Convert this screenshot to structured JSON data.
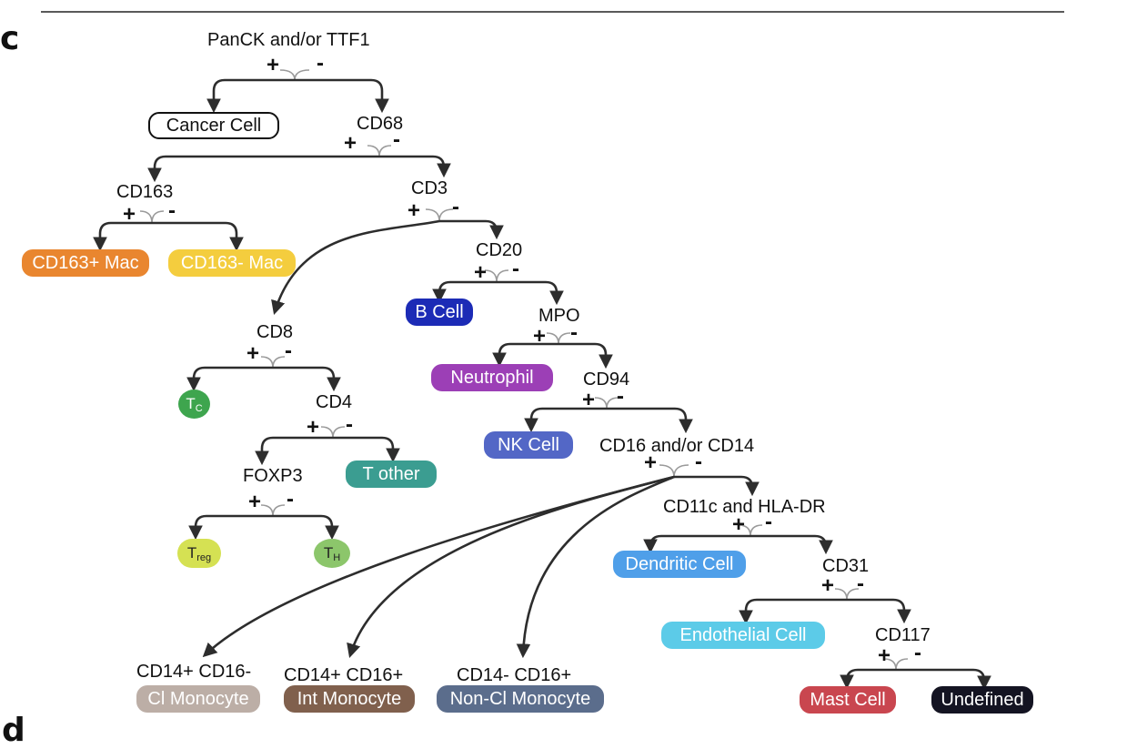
{
  "panel_markers": {
    "top": "c",
    "bottom": "d"
  },
  "positive_sign": "+",
  "negative_sign": "-",
  "decision_nodes": {
    "panck": "PanCK and/or TTF1",
    "cd68": "CD68",
    "cd163": "CD163",
    "cd3": "CD3",
    "cd20": "CD20",
    "mpo": "MPO",
    "cd8": "CD8",
    "cd94": "CD94",
    "cd4": "CD4",
    "cd16_cd14": "CD16 and/or CD14",
    "foxp3": "FOXP3",
    "cd11c": "CD11c and HLA-DR",
    "cd31": "CD31",
    "cd117": "CD117"
  },
  "monocyte_subsets": {
    "classical": "CD14+ CD16-",
    "intermediate": "CD14+ CD16+",
    "nonclassical": "CD14- CD16+"
  },
  "cell_types": {
    "cancer": {
      "label": "Cancer Cell",
      "color": "#ffffff"
    },
    "cd163_pos_mac": {
      "label": "CD163+ Mac",
      "color": "#e9862f"
    },
    "cd163_neg_mac": {
      "label": "CD163- Mac",
      "color": "#f4cd3e"
    },
    "b_cell": {
      "label": "B Cell",
      "color": "#1c2bb6"
    },
    "neutrophil": {
      "label": "Neutrophil",
      "color": "#9c3fb6"
    },
    "tc": {
      "main": "T",
      "sub": "C",
      "color": "#3ea54e"
    },
    "nk_cell": {
      "label": "NK Cell",
      "color": "#5367c6"
    },
    "t_other": {
      "label": "T other",
      "color": "#3b9d91"
    },
    "treg": {
      "main": "T",
      "sub": "reg",
      "color": "#d5e153"
    },
    "th": {
      "main": "T",
      "sub": "H",
      "color": "#8cc66b"
    },
    "dendritic": {
      "label": "Dendritic Cell",
      "color": "#4f9fe9"
    },
    "endothelial": {
      "label": "Endothelial Cell",
      "color": "#5ccbe8"
    },
    "cl_monocyte": {
      "label": "Cl Monocyte",
      "color": "#bcaea6"
    },
    "int_monocyte": {
      "label": "Int Monocyte",
      "color": "#80604d"
    },
    "noncl_monocyte": {
      "label": "Non-Cl Monocyte",
      "color": "#5b6d8c"
    },
    "mast": {
      "label": "Mast Cell",
      "color": "#c9464f"
    },
    "undefined": {
      "label": "Undefined",
      "color": "#141422"
    }
  }
}
